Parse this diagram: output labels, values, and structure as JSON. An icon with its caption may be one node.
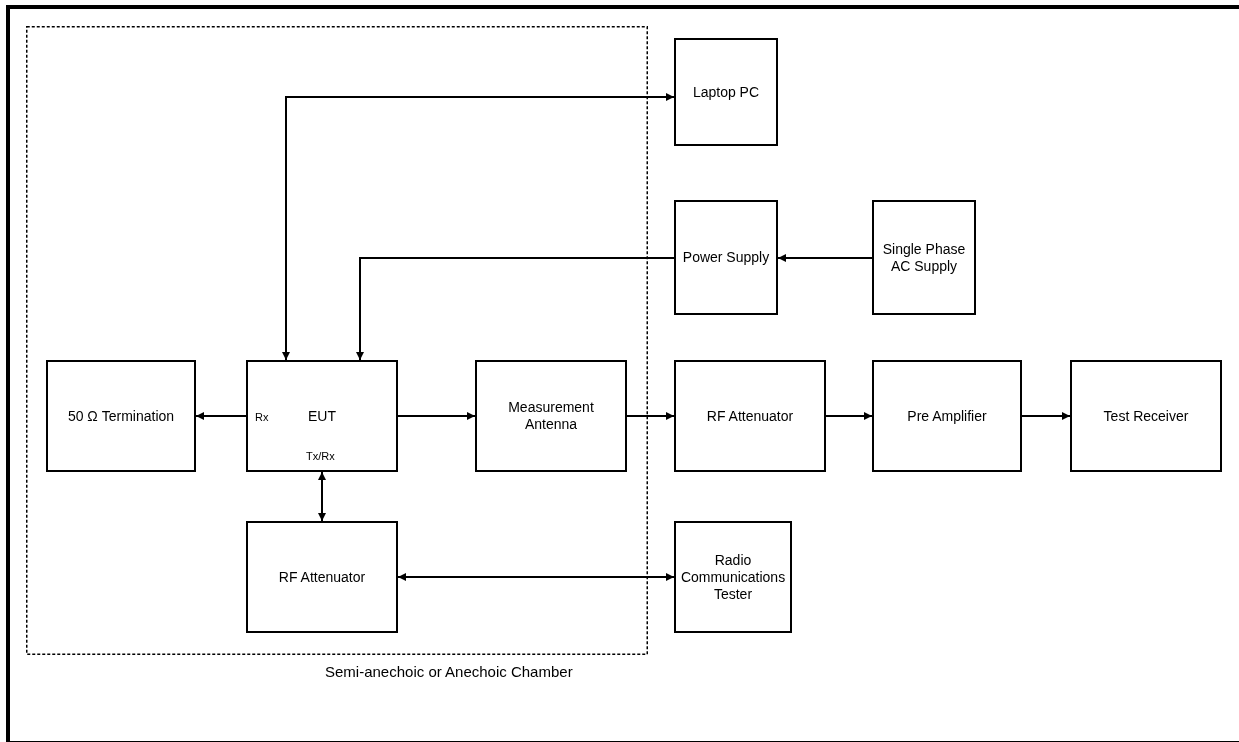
{
  "diagram": {
    "nodes": [
      {
        "text": [
          "Semi-anechoic or Anechoic Chamber"
        ]
      },
      {
        "text": [
          "Laptop PC"
        ]
      },
      {
        "text": [
          "Power Supply"
        ]
      },
      {
        "text": [
          "Single Phase AC Supply"
        ]
      },
      {
        "text": [
          "50 Ω Termination"
        ],
        "in": 0
      },
      {
        "text": [
          "Rx",
          "EUT",
          "Tx/Rx"
        ],
        "in": 0
      },
      {
        "text": [
          "Measurement Antenna"
        ],
        "in": 0
      },
      {
        "text": [
          "RF Attenuator"
        ]
      },
      {
        "text": [
          "Pre Amplifier"
        ]
      },
      {
        "text": [
          "Test Receiver"
        ]
      },
      {
        "text": [
          "RF Attenuator"
        ],
        "in": 0
      },
      {
        "text": [
          "Radio Communications Tester"
        ]
      }
    ],
    "edges": [
      {
        "from": 5,
        "to": 1,
        "arrow": "both"
      },
      {
        "from": 2,
        "to": 5,
        "arrow": "to"
      },
      {
        "from": 3,
        "to": 2,
        "arrow": "to"
      },
      {
        "from": 5,
        "to": 4,
        "arrow": "to"
      },
      {
        "from": 5,
        "to": 6,
        "arrow": "to"
      },
      {
        "from": 6,
        "to": 7,
        "arrow": "to"
      },
      {
        "from": 7,
        "to": 8,
        "arrow": "to"
      },
      {
        "from": 8,
        "to": 9,
        "arrow": "to"
      },
      {
        "from": 5,
        "to": 10,
        "arrow": "both"
      },
      {
        "from": 10,
        "to": 11,
        "arrow": "both"
      }
    ]
  }
}
